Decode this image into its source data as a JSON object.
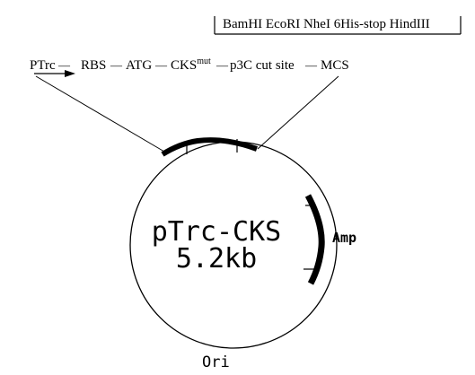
{
  "plasmid": {
    "name": "pTrc-CKS",
    "size": "5.2kb"
  },
  "construct": {
    "promoter": "PTrc",
    "rbs": "RBS",
    "atg": "ATG",
    "cks": "CKS",
    "cks_superscript": "mut",
    "cut_site": "p3C cut site",
    "mcs": "MCS",
    "separator": "—"
  },
  "mcs_sites": "BamHI EcoRI NheI 6His-stop HindIII",
  "features": {
    "amp": "Amp",
    "ori": "Ori"
  },
  "colors": {
    "ink": "#000000",
    "background": "#ffffff"
  }
}
